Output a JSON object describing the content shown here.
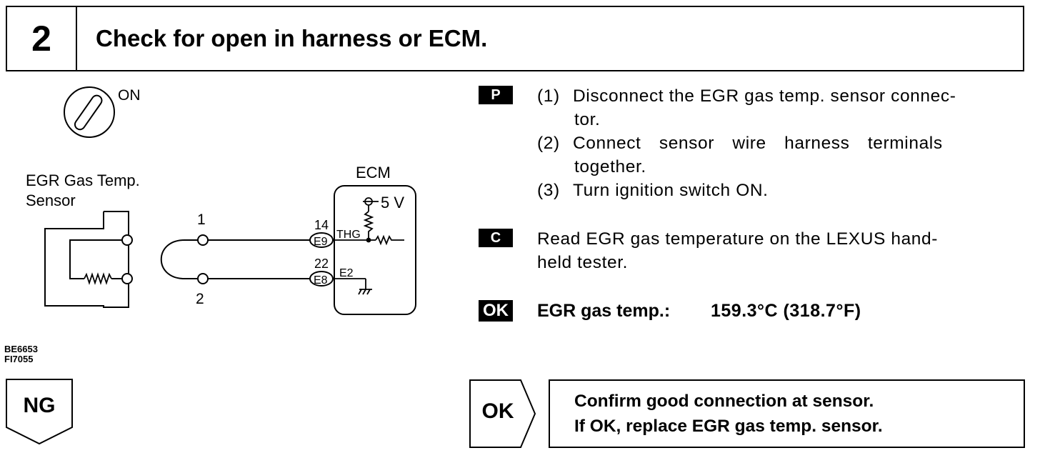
{
  "step": {
    "number": "2",
    "title": "Check for open in harness or ECM."
  },
  "diagram": {
    "ignition_label": "ON",
    "sensor_label_line1": "EGR Gas Temp.",
    "sensor_label_line2": "Sensor",
    "ecm_label": "ECM",
    "voltage_label": "5 V",
    "wire1_number": "1",
    "wire2_number": "2",
    "pin_thg_number": "14",
    "pin_thg_connector": "E9",
    "pin_thg_signal": "THG",
    "pin_e2_number": "22",
    "pin_e2_connector": "E8",
    "pin_e2_signal": "E2",
    "icons": [
      "ignition-switch-icon",
      "resistor-icon",
      "ground-icon"
    ]
  },
  "codes": {
    "code1": "BE6653",
    "code2": "FI7055"
  },
  "prepare": {
    "badge": "P",
    "steps": [
      {
        "num": "(1)",
        "line1": "Disconnect the EGR gas temp. sensor connec-",
        "line2": "tor."
      },
      {
        "num": "(2)",
        "line1": "Connect sensor wire harness terminals",
        "line2": "together."
      },
      {
        "num": "(3)",
        "line1": "Turn ignition switch ON."
      }
    ]
  },
  "check": {
    "badge": "C",
    "line1": "Read EGR gas temperature on the LEXUS hand-",
    "line2": "held tester."
  },
  "spec": {
    "badge": "OK",
    "label": "EGR gas temp.:",
    "value": "159.3°C (318.7°F)"
  },
  "results": {
    "ng_label": "NG",
    "ok_label": "OK",
    "ok_line1": "Confirm good connection at sensor.",
    "ok_line2": "If OK, replace EGR gas temp. sensor."
  }
}
